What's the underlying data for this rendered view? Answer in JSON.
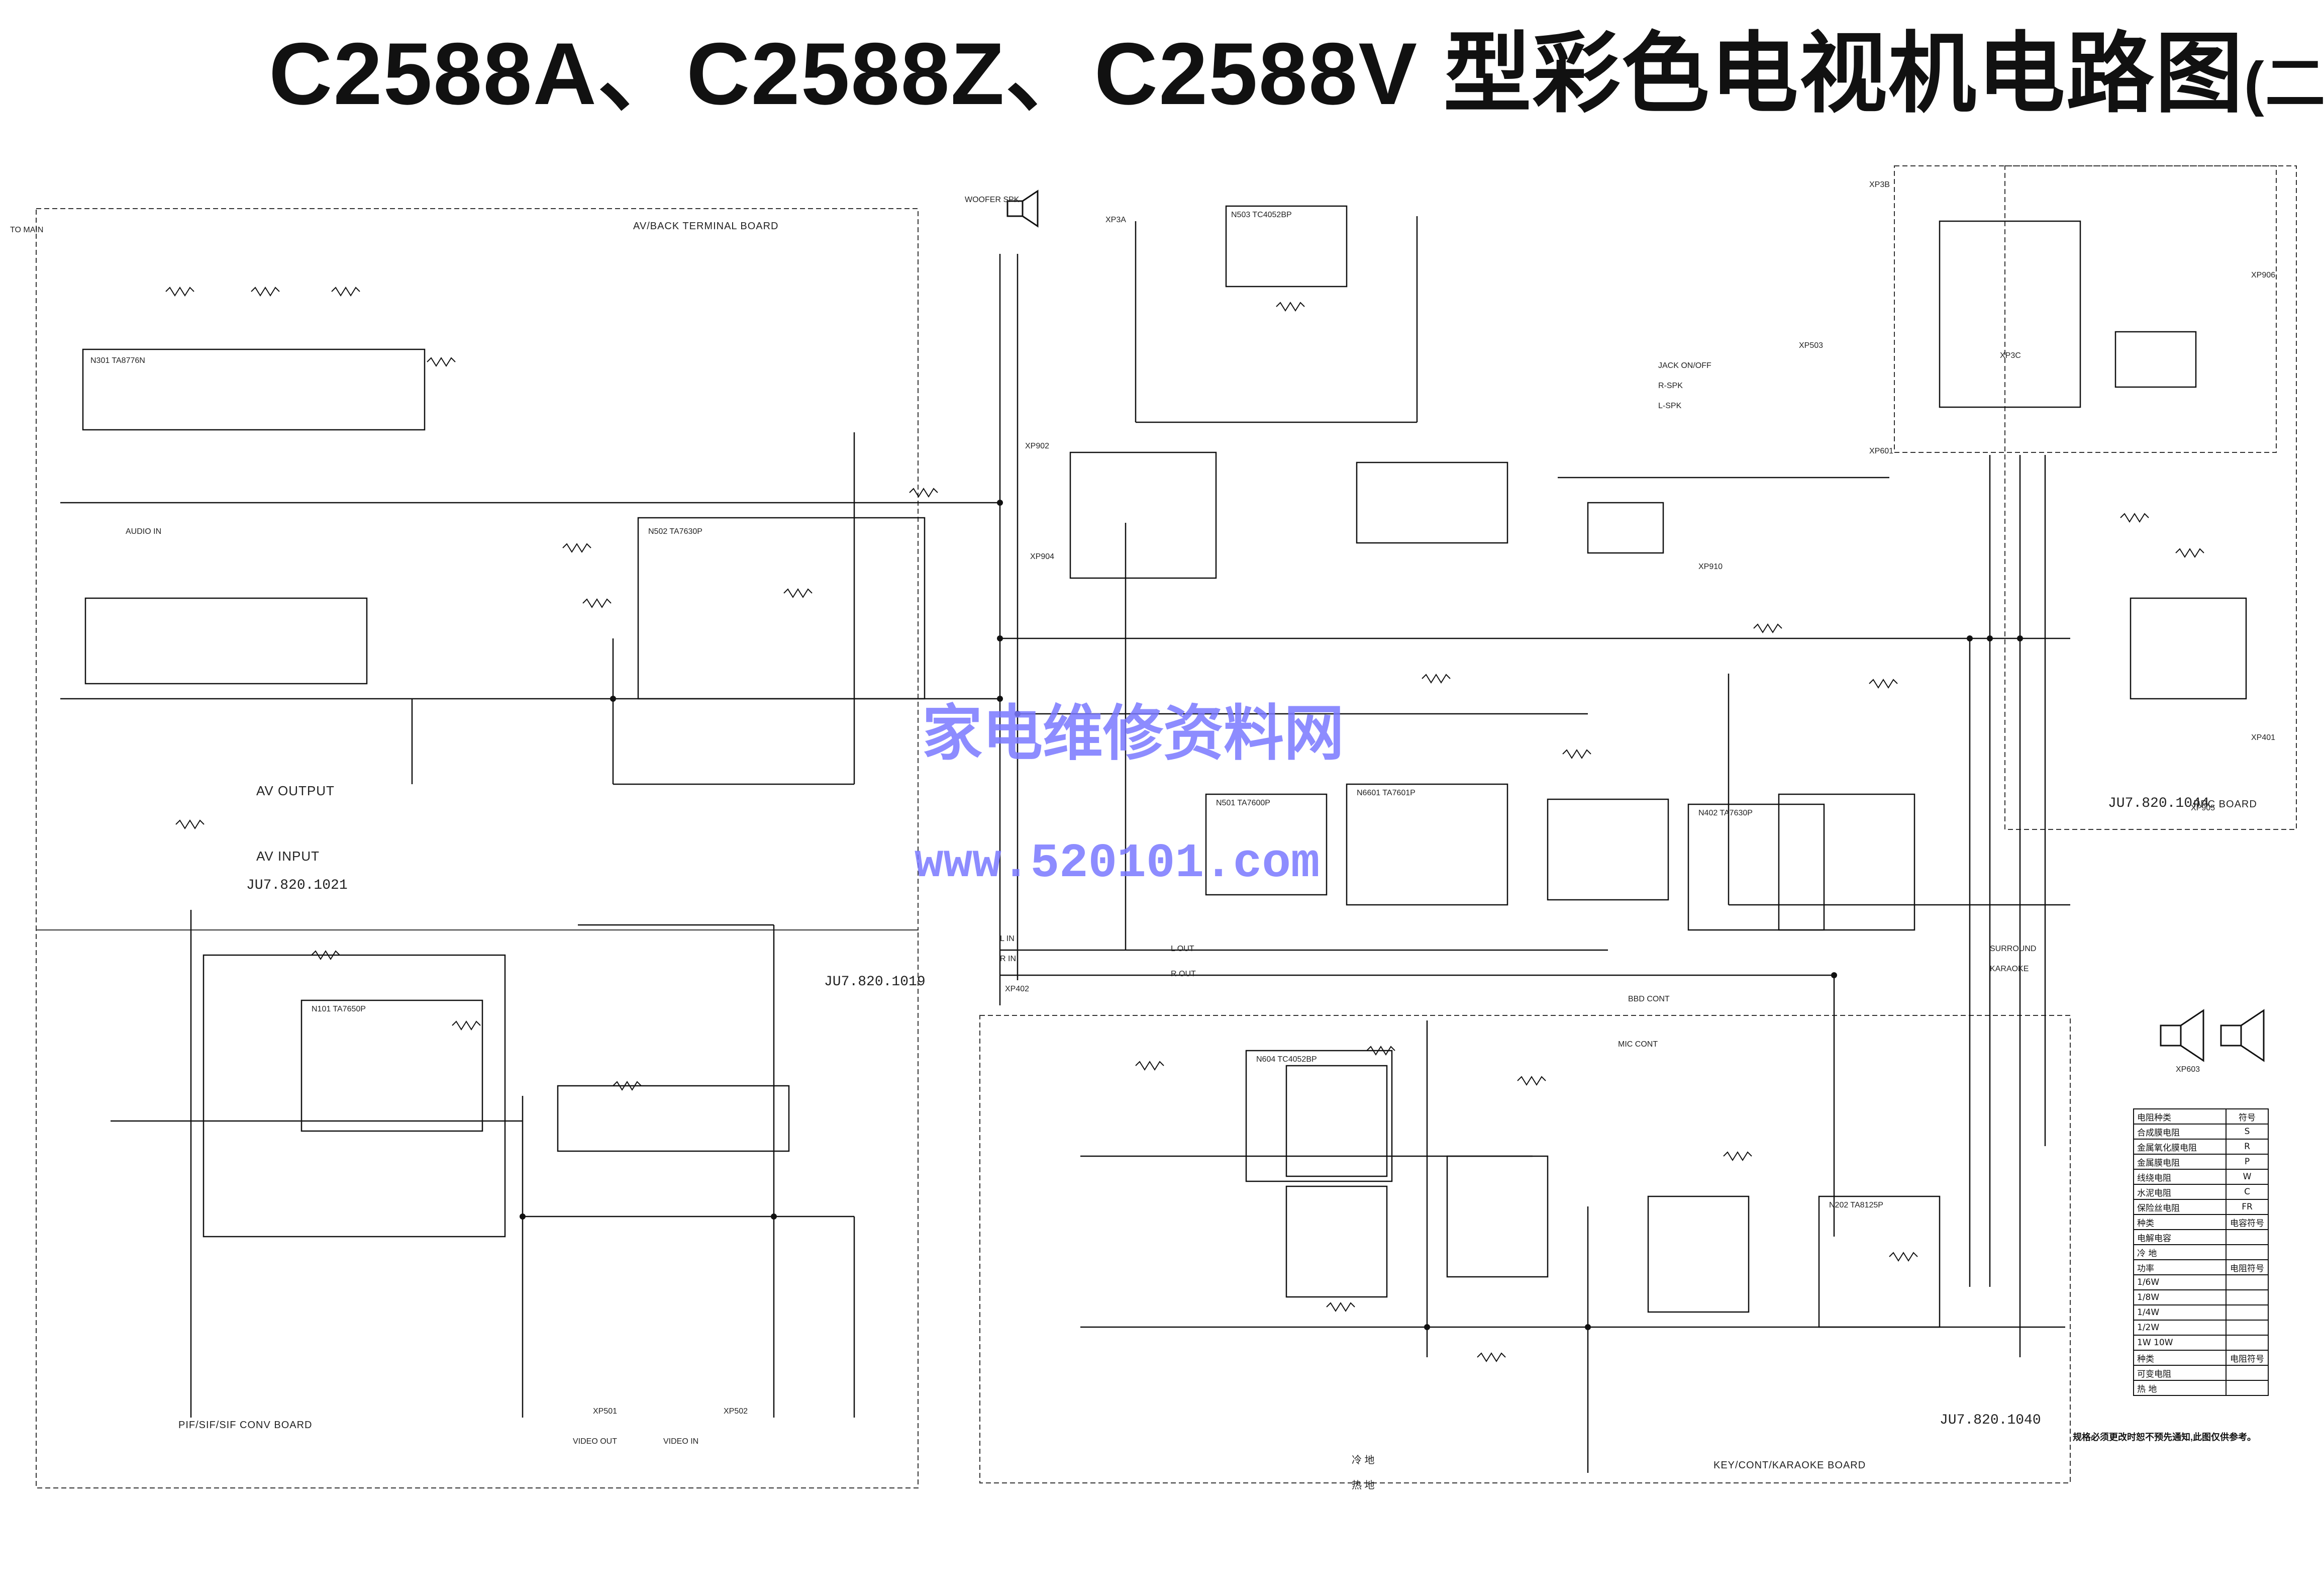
{
  "title": {
    "main": "C2588A、C2588Z、C2588V 型彩色电视机电路图",
    "suffix": "(二)"
  },
  "boards": {
    "av_back": "AV/BACK TERMINAL BOARD",
    "pif": "PIF/SIF/SIF CONV BOARD",
    "key": "KEY/CONT/KARAOKE BOARD",
    "ppc": "PPC BOARD"
  },
  "codes": {
    "av": "JU7.820.1021",
    "pif": "JU7.820.1019",
    "key": "JU7.820.1040",
    "ppc": "JU7.820.1044"
  },
  "sections": {
    "av_output": "AV OUTPUT",
    "av_input": "AV INPUT"
  },
  "watermark": {
    "cn": "家电维修资料网",
    "url": "www.520101.com"
  },
  "notes": {
    "spec": "规格必须更改时恕不预先通知,此图仅供参考。",
    "cold": "冷 地",
    "hot": "热 地"
  },
  "legend": {
    "rows": [
      {
        "name": "电阻种类",
        "sym": "符号"
      },
      {
        "name": "合成膜电阻",
        "sym": "S"
      },
      {
        "name": "金属氧化膜电阻",
        "sym": "R"
      },
      {
        "name": "金属膜电阻",
        "sym": "P"
      },
      {
        "name": "线绕电阻",
        "sym": "W"
      },
      {
        "name": "水泥电阻",
        "sym": "C"
      },
      {
        "name": "保险丝电阻",
        "sym": "FR"
      },
      {
        "name": "种类",
        "sym": "电容符号"
      },
      {
        "name": "电解电容",
        "sym": ""
      },
      {
        "name": "冷 地",
        "sym": ""
      },
      {
        "name": "功率",
        "sym": "电阻符号"
      },
      {
        "name": "1/6W",
        "sym": ""
      },
      {
        "name": "1/8W",
        "sym": ""
      },
      {
        "name": "1/4W",
        "sym": ""
      },
      {
        "name": "1/2W",
        "sym": ""
      },
      {
        "name": "1W 10W",
        "sym": ""
      },
      {
        "name": "种类",
        "sym": "电阻符号"
      },
      {
        "name": "可变电阻",
        "sym": ""
      },
      {
        "name": "热 地",
        "sym": ""
      }
    ]
  },
  "connectors": [
    "TO MAIN",
    "XP3A",
    "XP3B",
    "XP3C",
    "XP902",
    "XP904",
    "XP910",
    "XP905",
    "XP906",
    "XP401",
    "XP402",
    "XP501",
    "XP502",
    "XP503",
    "XP601",
    "XP603",
    "JACK ON/OFF",
    "R-SPK",
    "L-SPK",
    "WOOFER SPK",
    "L IN",
    "R IN",
    "L OUT",
    "R OUT",
    "VIDEO IN",
    "VIDEO OUT",
    "AUDIO IN",
    "MIC CONT",
    "BBD CONT",
    "SURROUND",
    "KARAOKE"
  ],
  "ics": [
    "N301 TA8776N",
    "N502 TA7630P",
    "N503 TC4052BP",
    "N501 TA7600P",
    "N6601 TA7601P",
    "N402 TA7630P",
    "N604 TC4052BP",
    "N202 TA8125P",
    "N101 TA7650P"
  ],
  "colors": {
    "ink": "#111111",
    "watermark": "#7a78ff",
    "frame": "#333333"
  }
}
